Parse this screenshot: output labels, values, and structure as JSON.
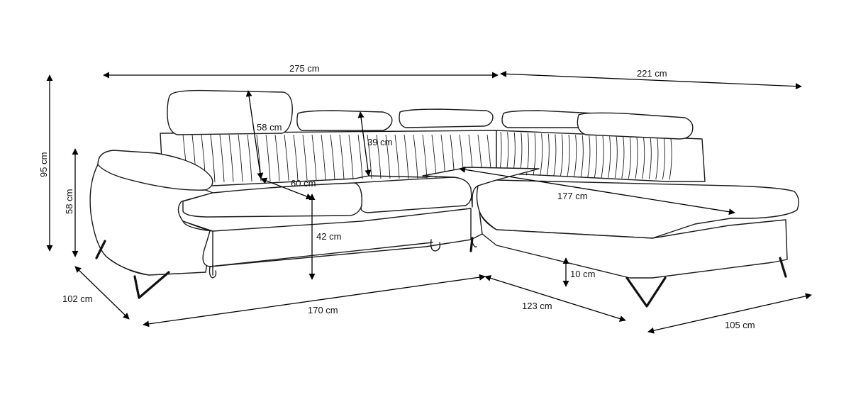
{
  "dimensions": {
    "total_length": "275 cm",
    "total_width": "221 cm",
    "total_height": "95 cm",
    "armrest_height": "58 cm",
    "depth": "102 cm",
    "headrest_height": "58 cm",
    "backrest_height": "39 cm",
    "seat_depth": "60 cm",
    "seat_height": "42 cm",
    "sleeping_length": "177 cm",
    "sleeping_width": "170 cm",
    "chaise_length": "123 cm",
    "leg_height": "10 cm",
    "chaise_width": "105 cm"
  }
}
